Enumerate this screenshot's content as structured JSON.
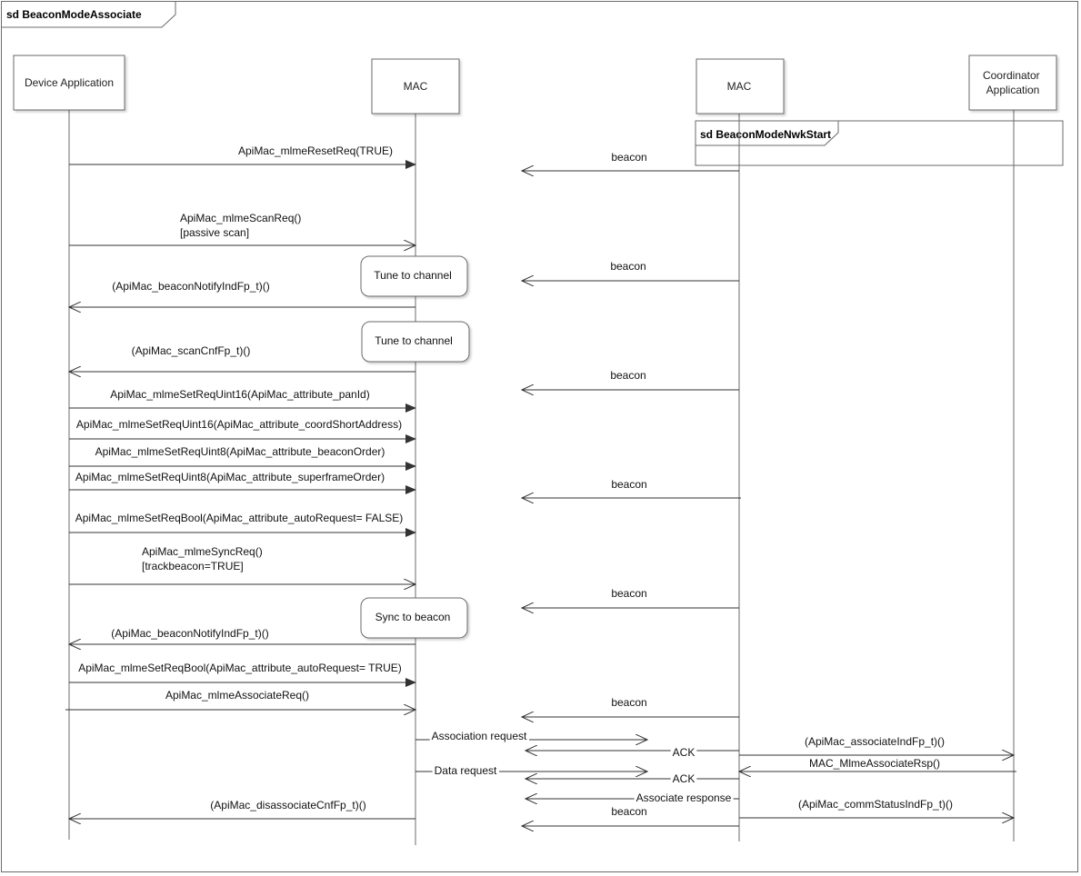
{
  "frame": {
    "title": "sd BeaconModeAssociate"
  },
  "inner_frame": {
    "title": "sd BeaconModeNwkStart"
  },
  "lifelines": {
    "device_app": [
      "Device Application"
    ],
    "device_mac": [
      "MAC"
    ],
    "coord_mac": [
      "MAC"
    ],
    "coord_app": [
      "Coordinator",
      "Application"
    ]
  },
  "notes": {
    "tune1": "Tune to channel",
    "tune2": "Tune to channel",
    "sync": "Sync to beacon"
  },
  "messages": {
    "reset_req": [
      "ApiMac_mlmeResetReq(TRUE)"
    ],
    "beacon_1": [
      "beacon"
    ],
    "scan_req": [
      "ApiMac_mlmeScanReq()",
      "[passive scan]"
    ],
    "beacon_2": [
      "beacon"
    ],
    "beacon_notify_1": [
      "(ApiMac_beaconNotifyIndFp_t)()"
    ],
    "scan_cnf": [
      "(ApiMac_scanCnfFp_t)()"
    ],
    "beacon_3": [
      "beacon"
    ],
    "set_panid": [
      "ApiMac_mlmeSetReqUint16(ApiMac_attribute_panId)"
    ],
    "set_coord_short": [
      "ApiMac_mlmeSetReqUint16(ApiMac_attribute_coordShortAddress)"
    ],
    "set_beacon_order": [
      "ApiMac_mlmeSetReqUint8(ApiMac_attribute_beaconOrder)"
    ],
    "set_superframe_order": [
      "ApiMac_mlmeSetReqUint8(ApiMac_attribute_superframeOrder)"
    ],
    "beacon_4": [
      "beacon"
    ],
    "set_auto_false": [
      "ApiMac_mlmeSetReqBool(ApiMac_attribute_autoRequest= FALSE)"
    ],
    "sync_req": [
      "ApiMac_mlmeSyncReq()",
      "[trackbeacon=TRUE]"
    ],
    "beacon_5": [
      "beacon"
    ],
    "beacon_notify_2": [
      "(ApiMac_beaconNotifyIndFp_t)()"
    ],
    "set_auto_true": [
      "ApiMac_mlmeSetReqBool(ApiMac_attribute_autoRequest= TRUE)"
    ],
    "associate_req": [
      "ApiMac_mlmeAssociateReq()"
    ],
    "beacon_6": [
      "beacon"
    ],
    "association_request": [
      "Association request"
    ],
    "ack_1": [
      "ACK"
    ],
    "associate_ind": [
      "(ApiMac_associateIndFp_t)()"
    ],
    "associate_rsp": [
      "MAC_MlmeAssociateRsp()"
    ],
    "data_request": [
      "Data request"
    ],
    "ack_2": [
      "ACK"
    ],
    "associate_response": [
      "Associate response"
    ],
    "disassociate_cnf": [
      "(ApiMac_disassociateCnfFp_t)()"
    ],
    "comm_status_ind": [
      "(ApiMac_commStatusIndFp_t)()"
    ],
    "beacon_7": [
      "beacon"
    ]
  }
}
